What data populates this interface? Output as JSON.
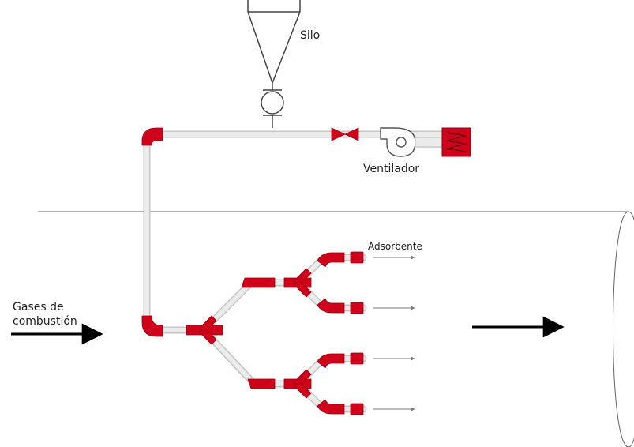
{
  "labels": {
    "silo": "Silo",
    "fan": "Ventilador",
    "adsorbent": "Adsorbente",
    "flue_gas_line1": "Gases de",
    "flue_gas_line2": "combustión"
  },
  "colors": {
    "pipe_fill": "#ebebeb",
    "pipe_edge": "#c6c6c6",
    "fitting": "#d0021b",
    "line": "#444444",
    "duct_line": "#666666",
    "arrow": "#000000",
    "nozzle_arrow": "#777777"
  },
  "icons": [
    "silo-hopper",
    "rotary-valve",
    "butterfly-valve",
    "blower-fan",
    "heater-element"
  ]
}
